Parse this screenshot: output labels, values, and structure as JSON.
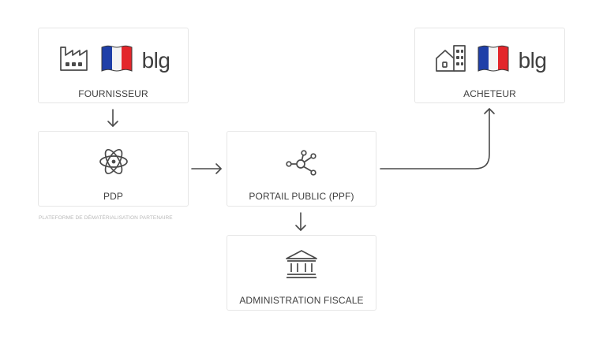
{
  "nodes": {
    "supplier": {
      "label": "FOURNISSEUR",
      "brand": "blg",
      "icons": [
        "factory-icon",
        "french-flag-icon"
      ]
    },
    "buyer": {
      "label": "ACHETEUR",
      "brand": "blg",
      "icons": [
        "building-icon",
        "french-flag-icon"
      ]
    },
    "pdp": {
      "label": "PDP",
      "caption": "PLATEFORME DE DÉMATÉRIALISATION PARTENAIRE",
      "icons": [
        "atom-icon"
      ]
    },
    "ppf": {
      "label": "PORTAIL PUBLIC (PPF)",
      "icons": [
        "network-hub-icon"
      ]
    },
    "tax_admin": {
      "label": "ADMINISTRATION FISCALE",
      "icons": [
        "government-building-icon"
      ]
    }
  },
  "colors": {
    "stroke": "#4a4a4a",
    "border": "#e6e6e6",
    "flag_blue": "#1f3fa8",
    "flag_red": "#e3262b",
    "caption": "#b8b8b8"
  }
}
